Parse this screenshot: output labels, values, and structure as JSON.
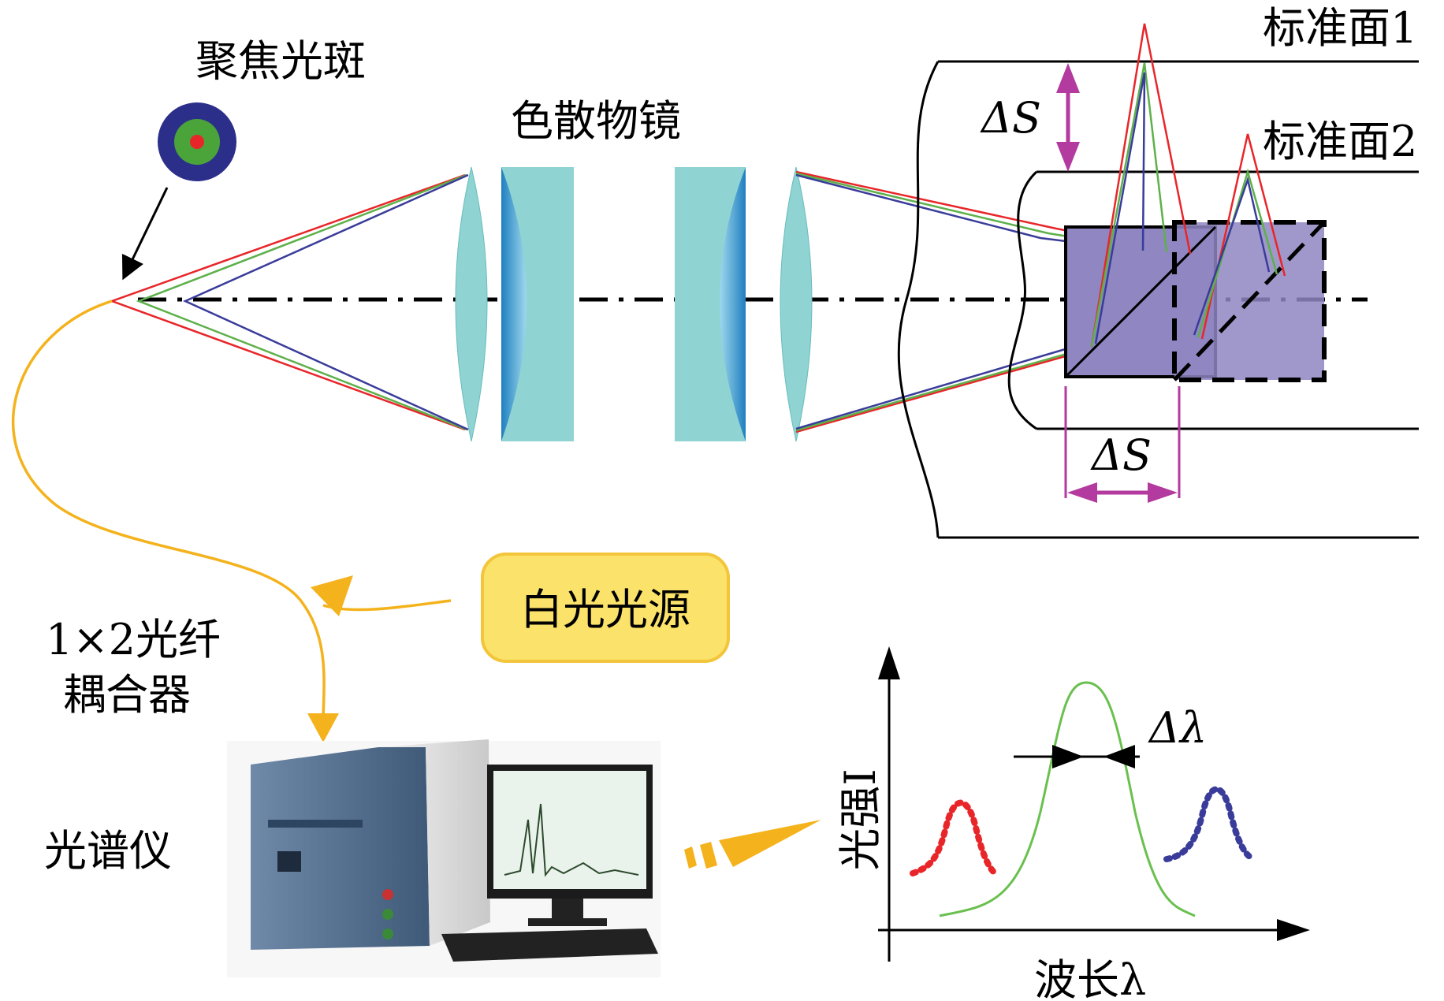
{
  "labels": {
    "focus_spot": "聚焦光斑",
    "objective": "色散物镜",
    "ref_plane_1": "标准面1",
    "ref_plane_2": "标准面2",
    "delta_s_vertical": "ΔS",
    "delta_s_horizontal": "ΔS",
    "white_light_source": "白光光源",
    "coupler_line1": "1×2光纤",
    "coupler_line2": "耦合器",
    "spectrometer": "光谱仪",
    "y_axis": "光强I",
    "x_axis": "波长λ",
    "delta_lambda": "Δλ"
  },
  "colors": {
    "ray_red": "#e8262a",
    "ray_green": "#5db04a",
    "ray_blue": "#3a3c9a",
    "delta_s_arrow": "#b33a9e",
    "fiber": "#f4b21c",
    "source_box": "#fbe26a",
    "source_box_border": "#f3c53a",
    "lens": "#8fd3d3",
    "lens_concave": "#4aa8d8",
    "cube": "#8f86c2",
    "spot_outer": "#2c2f8a",
    "spot_mid": "#4aa43a",
    "spot_inner": "#e8262a",
    "curve_red": "#e8262a",
    "curve_green": "#6ac04e",
    "curve_blue": "#3a3c9a"
  }
}
